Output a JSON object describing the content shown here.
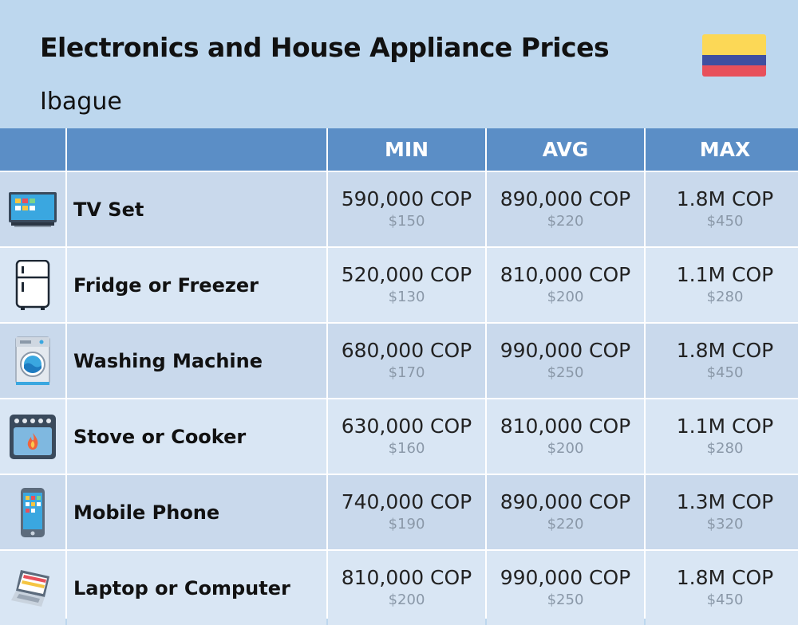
{
  "title": "Electronics and House Appliance Prices",
  "subtitle": "Ibague",
  "flag": {
    "colors": [
      "#fcd856",
      "#3f4fa0",
      "#e8505b"
    ]
  },
  "headers": {
    "min": "MIN",
    "avg": "AVG",
    "max": "MAX"
  },
  "rows": [
    {
      "icon": "tv-icon",
      "name": "TV Set",
      "min": "590,000 COP",
      "min_usd": "$150",
      "avg": "890,000 COP",
      "avg_usd": "$220",
      "max": "1.8M COP",
      "max_usd": "$450"
    },
    {
      "icon": "fridge-icon",
      "name": "Fridge or Freezer",
      "min": "520,000 COP",
      "min_usd": "$130",
      "avg": "810,000 COP",
      "avg_usd": "$200",
      "max": "1.1M COP",
      "max_usd": "$280"
    },
    {
      "icon": "washing-machine-icon",
      "name": "Washing Machine",
      "min": "680,000 COP",
      "min_usd": "$170",
      "avg": "990,000 COP",
      "avg_usd": "$250",
      "max": "1.8M COP",
      "max_usd": "$450"
    },
    {
      "icon": "stove-icon",
      "name": "Stove or Cooker",
      "min": "630,000 COP",
      "min_usd": "$160",
      "avg": "810,000 COP",
      "avg_usd": "$200",
      "max": "1.1M COP",
      "max_usd": "$280"
    },
    {
      "icon": "mobile-phone-icon",
      "name": "Mobile Phone",
      "min": "740,000 COP",
      "min_usd": "$190",
      "avg": "890,000 COP",
      "avg_usd": "$220",
      "max": "1.3M COP",
      "max_usd": "$320"
    },
    {
      "icon": "laptop-icon",
      "name": "Laptop or Computer",
      "min": "810,000 COP",
      "min_usd": "$200",
      "avg": "990,000 COP",
      "avg_usd": "$250",
      "max": "1.8M COP",
      "max_usd": "$450"
    }
  ]
}
